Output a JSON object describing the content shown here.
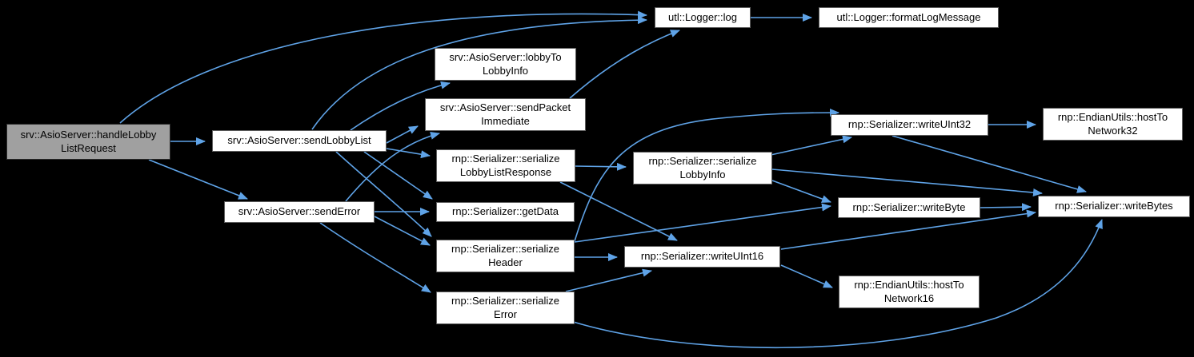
{
  "diagram": {
    "kind": "call-graph",
    "background_color": "#000000",
    "edge_color": "#5fa3e7",
    "node_fill": "#ffffff",
    "node_border": "#5f5f5f",
    "highlight_fill": "#a0a0a0"
  },
  "nodes": [
    {
      "id": "handleLobbyListRequest",
      "label": "srv::AsioServer::handleLobby\nListRequest",
      "highlighted": true
    },
    {
      "id": "sendLobbyList",
      "label": "srv::AsioServer::sendLobbyList",
      "highlighted": false
    },
    {
      "id": "sendError",
      "label": "srv::AsioServer::sendError",
      "highlighted": false
    },
    {
      "id": "lobbyToLobbyInfo",
      "label": "srv::AsioServer::lobbyTo\nLobbyInfo",
      "highlighted": false
    },
    {
      "id": "sendPacketImmediate",
      "label": "srv::AsioServer::sendPacket\nImmediate",
      "highlighted": false
    },
    {
      "id": "serializeLobbyListResponse",
      "label": "rnp::Serializer::serialize\nLobbyListResponse",
      "highlighted": false
    },
    {
      "id": "getData",
      "label": "rnp::Serializer::getData",
      "highlighted": false
    },
    {
      "id": "serializeHeader",
      "label": "rnp::Serializer::serialize\nHeader",
      "highlighted": false
    },
    {
      "id": "serializeError",
      "label": "rnp::Serializer::serialize\nError",
      "highlighted": false
    },
    {
      "id": "log",
      "label": "utl::Logger::log",
      "highlighted": false
    },
    {
      "id": "formatLogMessage",
      "label": "utl::Logger::formatLogMessage",
      "highlighted": false
    },
    {
      "id": "serializeLobbyInfo",
      "label": "rnp::Serializer::serialize\nLobbyInfo",
      "highlighted": false
    },
    {
      "id": "writeUInt32",
      "label": "rnp::Serializer::writeUInt32",
      "highlighted": false
    },
    {
      "id": "hostToNetwork32",
      "label": "rnp::EndianUtils::hostTo\nNetwork32",
      "highlighted": false
    },
    {
      "id": "writeByte",
      "label": "rnp::Serializer::writeByte",
      "highlighted": false
    },
    {
      "id": "writeBytes",
      "label": "rnp::Serializer::writeBytes",
      "highlighted": false
    },
    {
      "id": "writeUInt16",
      "label": "rnp::Serializer::writeUInt16",
      "highlighted": false
    },
    {
      "id": "hostToNetwork16",
      "label": "rnp::EndianUtils::hostTo\nNetwork16",
      "highlighted": false
    }
  ],
  "edges": [
    {
      "from": "handleLobbyListRequest",
      "to": "sendLobbyList"
    },
    {
      "from": "handleLobbyListRequest",
      "to": "sendError"
    },
    {
      "from": "handleLobbyListRequest",
      "to": "log"
    },
    {
      "from": "sendLobbyList",
      "to": "log"
    },
    {
      "from": "sendLobbyList",
      "to": "lobbyToLobbyInfo"
    },
    {
      "from": "sendLobbyList",
      "to": "sendPacketImmediate"
    },
    {
      "from": "sendLobbyList",
      "to": "serializeLobbyListResponse"
    },
    {
      "from": "sendLobbyList",
      "to": "getData"
    },
    {
      "from": "sendLobbyList",
      "to": "serializeHeader"
    },
    {
      "from": "sendError",
      "to": "sendPacketImmediate"
    },
    {
      "from": "sendError",
      "to": "getData"
    },
    {
      "from": "sendError",
      "to": "serializeHeader"
    },
    {
      "from": "sendError",
      "to": "serializeError"
    },
    {
      "from": "sendPacketImmediate",
      "to": "log"
    },
    {
      "from": "log",
      "to": "formatLogMessage"
    },
    {
      "from": "serializeLobbyListResponse",
      "to": "serializeLobbyInfo"
    },
    {
      "from": "serializeLobbyListResponse",
      "to": "writeUInt16"
    },
    {
      "from": "serializeLobbyInfo",
      "to": "writeUInt32"
    },
    {
      "from": "serializeLobbyInfo",
      "to": "writeByte"
    },
    {
      "from": "serializeLobbyInfo",
      "to": "writeBytes"
    },
    {
      "from": "serializeHeader",
      "to": "writeUInt32"
    },
    {
      "from": "serializeHeader",
      "to": "writeUInt16"
    },
    {
      "from": "serializeHeader",
      "to": "writeByte"
    },
    {
      "from": "serializeError",
      "to": "writeUInt16"
    },
    {
      "from": "serializeError",
      "to": "writeBytes"
    },
    {
      "from": "writeUInt32",
      "to": "hostToNetwork32"
    },
    {
      "from": "writeUInt32",
      "to": "writeBytes"
    },
    {
      "from": "writeByte",
      "to": "writeBytes"
    },
    {
      "from": "writeUInt16",
      "to": "hostToNetwork16"
    },
    {
      "from": "writeUInt16",
      "to": "writeBytes"
    }
  ]
}
